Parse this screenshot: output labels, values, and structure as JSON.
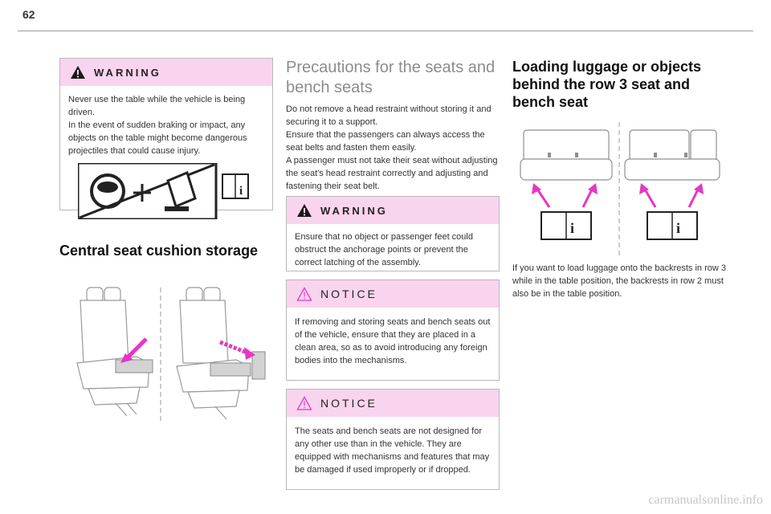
{
  "page_number": "62",
  "col1": {
    "warning": {
      "title": "WARNING",
      "lines": [
        "Never use the table while the vehicle is being driven.",
        "In the event of sudden braking or impact, any objects on the table might become dangerous projectiles that could cause injury."
      ]
    },
    "section_title": "Central seat cushion storage"
  },
  "col2": {
    "heading": "Precautions for the seats and bench seats",
    "lines": [
      "Do not remove a head restraint without storing it and securing it to a support.",
      "Ensure that the passengers can always access the seat belts and fasten them easily.",
      "A passenger must not take their seat without adjusting the seat's head restraint correctly and adjusting and fastening their seat belt."
    ],
    "warning": {
      "title": "WARNING",
      "text": "Ensure that no object or passenger feet could obstruct the anchorage points or prevent the correct latching of the assembly."
    },
    "notice1": {
      "title": "NOTICE",
      "text": "If removing and storing seats and bench seats out of the vehicle, ensure that they are placed in a clean area, so as to avoid introducing any foreign bodies into the mechanisms."
    },
    "notice2": {
      "title": "NOTICE",
      "text": "The seats and bench seats are not designed for any other use than in the vehicle. They are equipped with mechanisms and features that may be damaged if used improperly or if dropped."
    }
  },
  "col3": {
    "heading": "Loading luggage or objects behind the row 3 seat and bench seat",
    "text": "If you want to load luggage onto the backrests in row 3 while in the table position, the backrests in row 2 must also be in the table position."
  },
  "watermark": "carmanualsonline.info",
  "colors": {
    "accent_pink": "#e637c4",
    "box_header": "#f9d4ef"
  }
}
